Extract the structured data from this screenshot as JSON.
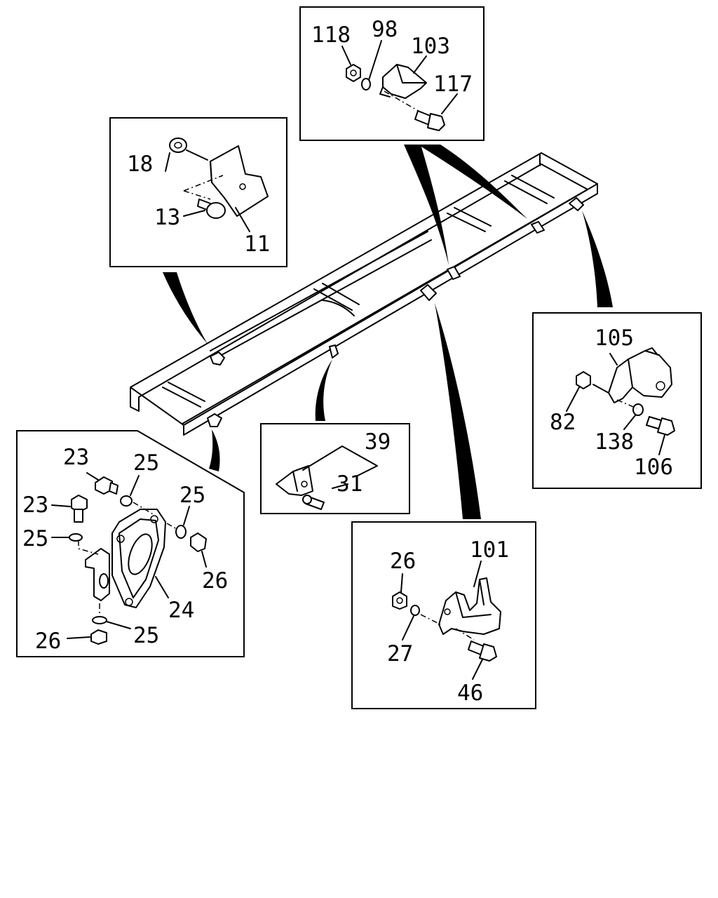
{
  "callouts": {
    "top_left": [
      "18",
      "13",
      "11"
    ],
    "top_center": [
      "118",
      "98",
      "103",
      "117"
    ],
    "right": [
      "105",
      "82",
      "138",
      "106"
    ],
    "middle": [
      "39",
      "31"
    ],
    "bottom_left": [
      "23",
      "25",
      "25",
      "23",
      "25",
      "26",
      "24",
      "26",
      "25"
    ],
    "bottom_center": [
      "26",
      "101",
      "27",
      "46"
    ]
  }
}
